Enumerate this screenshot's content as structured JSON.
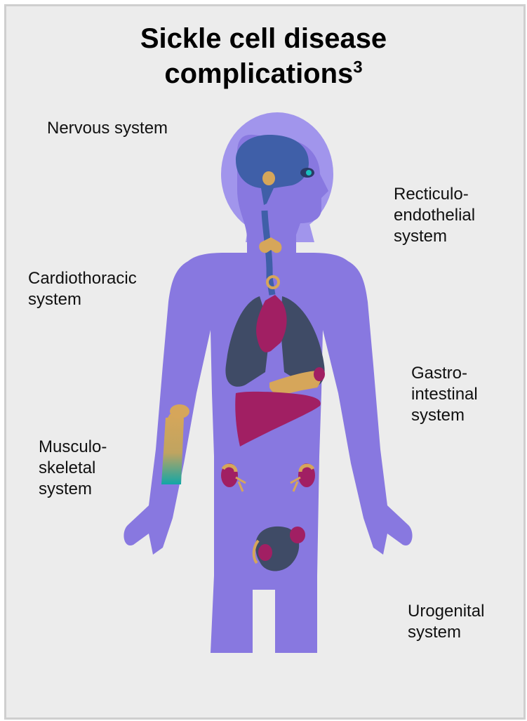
{
  "title": {
    "text": "Sickle cell disease complications",
    "line1": "Sickle cell disease",
    "line2": "complications",
    "superscript": "3"
  },
  "labels": {
    "nervous": {
      "line1": "Nervous system"
    },
    "reticulo": {
      "line1": "Recticulo-",
      "line2": "endothelial",
      "line3": "system"
    },
    "cardio": {
      "line1": "Cardiothoracic",
      "line2": "system"
    },
    "gastro": {
      "line1": "Gastro-",
      "line2": "intestinal",
      "line3": "system"
    },
    "musculo": {
      "line1": "Musculo-",
      "line2": "skeletal",
      "line3": "system"
    },
    "urogenital": {
      "line1": "Urogenital",
      "line2": "system"
    }
  },
  "colors": {
    "background": "#ececec",
    "border": "#cfcfcf",
    "body_outer": "#9c90ea",
    "body_inner": "#8878e0",
    "brain": "#3f5fa8",
    "lungs": "#3f4b66",
    "heart": "#a11f63",
    "liver": "#a11f63",
    "gland": "#d6a65a",
    "bone_top": "#d6a65a",
    "bone_bottom": "#1aa7a0"
  }
}
